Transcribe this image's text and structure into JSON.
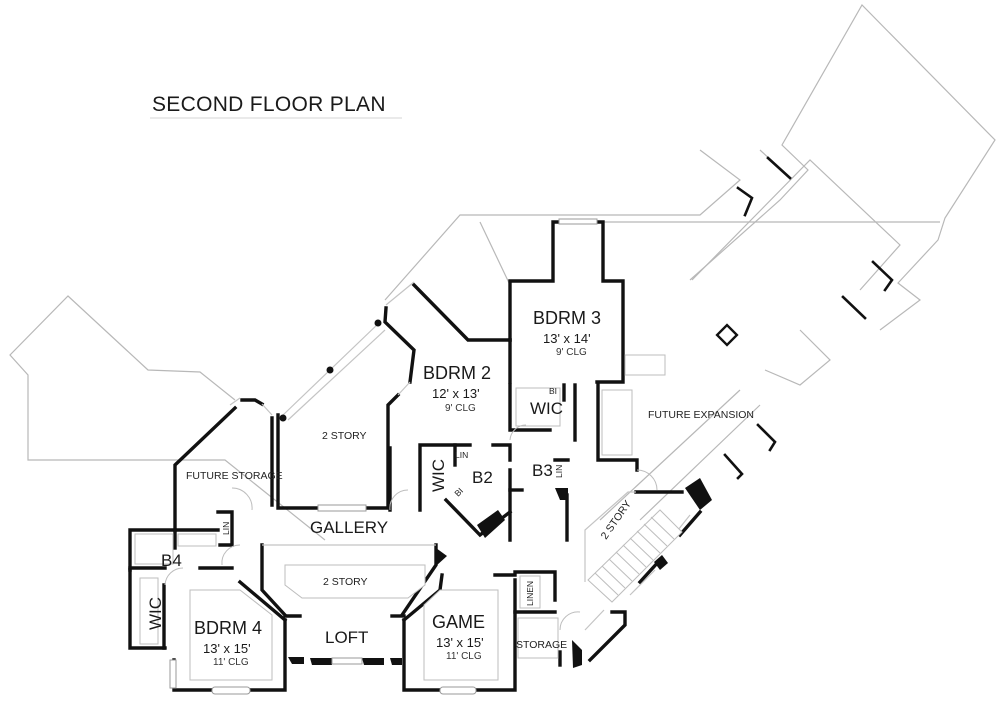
{
  "title": "SECOND FLOOR PLAN",
  "rooms": {
    "bdrm2": {
      "name": "BDRM 2",
      "size": "12' x 13'",
      "ceiling": "9' CLG"
    },
    "bdrm3": {
      "name": "BDRM 3",
      "size": "13' x 14'",
      "ceiling": "9' CLG"
    },
    "bdrm4": {
      "name": "BDRM 4",
      "size": "13' x 15'",
      "ceiling": "11' CLG"
    },
    "game": {
      "name": "GAME",
      "size": "13' x 15'",
      "ceiling": "11' CLG"
    },
    "gallery": {
      "name": "GALLERY"
    },
    "loft": {
      "name": "LOFT"
    },
    "future_storage": {
      "name": "FUTURE STORAGE"
    },
    "future_expansion": {
      "name": "FUTURE EXPANSION"
    },
    "two_story_left": {
      "name": "2 STORY"
    },
    "two_story_center": {
      "name": "2 STORY"
    },
    "two_story_stair": {
      "name": "2 STORY"
    },
    "storage": {
      "name": "STORAGE"
    },
    "linen": {
      "name": "LINEN"
    },
    "b2": {
      "name": "B2"
    },
    "b3": {
      "name": "B3"
    },
    "b4": {
      "name": "B4"
    },
    "wic_bdrm2": {
      "name": "WIC"
    },
    "wic_bdrm3": {
      "name": "WIC"
    },
    "wic_bdrm4": {
      "name": "WIC"
    },
    "lin_b2": {
      "name": "LIN"
    },
    "lin_b3": {
      "name": "LIN"
    },
    "lin_b4": {
      "name": "LIN"
    },
    "bi_b2": {
      "name": "BI"
    },
    "bi_bdrm3": {
      "name": "BI"
    }
  },
  "colors": {
    "wall": "#111111",
    "roof_line": "#b8b8b8",
    "fixture_line": "#bdbdbd",
    "background": "#ffffff"
  }
}
